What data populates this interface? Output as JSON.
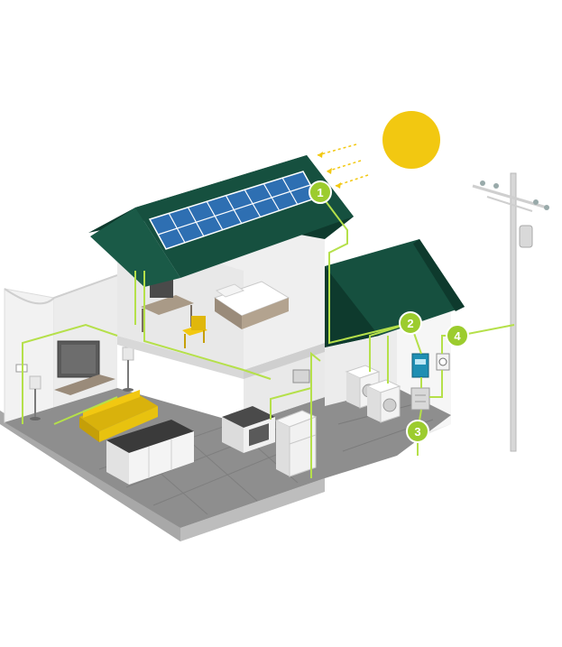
{
  "colors": {
    "wire": "#b5e04a",
    "badge": "#9ccc2e",
    "roof": "#16503f",
    "roof_dark": "#0e3a2d",
    "solar_panel": "#2e6fb2",
    "sun": "#f2c811",
    "sofa": "#f2c811",
    "wall": "#e6e6e6",
    "floor": "#8f8f8f"
  },
  "markers": [
    {
      "number": "1",
      "component": "solar-panels"
    },
    {
      "number": "2",
      "component": "inverter"
    },
    {
      "number": "3",
      "component": "distribution-board"
    },
    {
      "number": "4",
      "component": "grid-meter"
    }
  ],
  "icons": [
    "sun-icon",
    "solar-panel-icon",
    "utility-pole-icon",
    "house-icon"
  ]
}
